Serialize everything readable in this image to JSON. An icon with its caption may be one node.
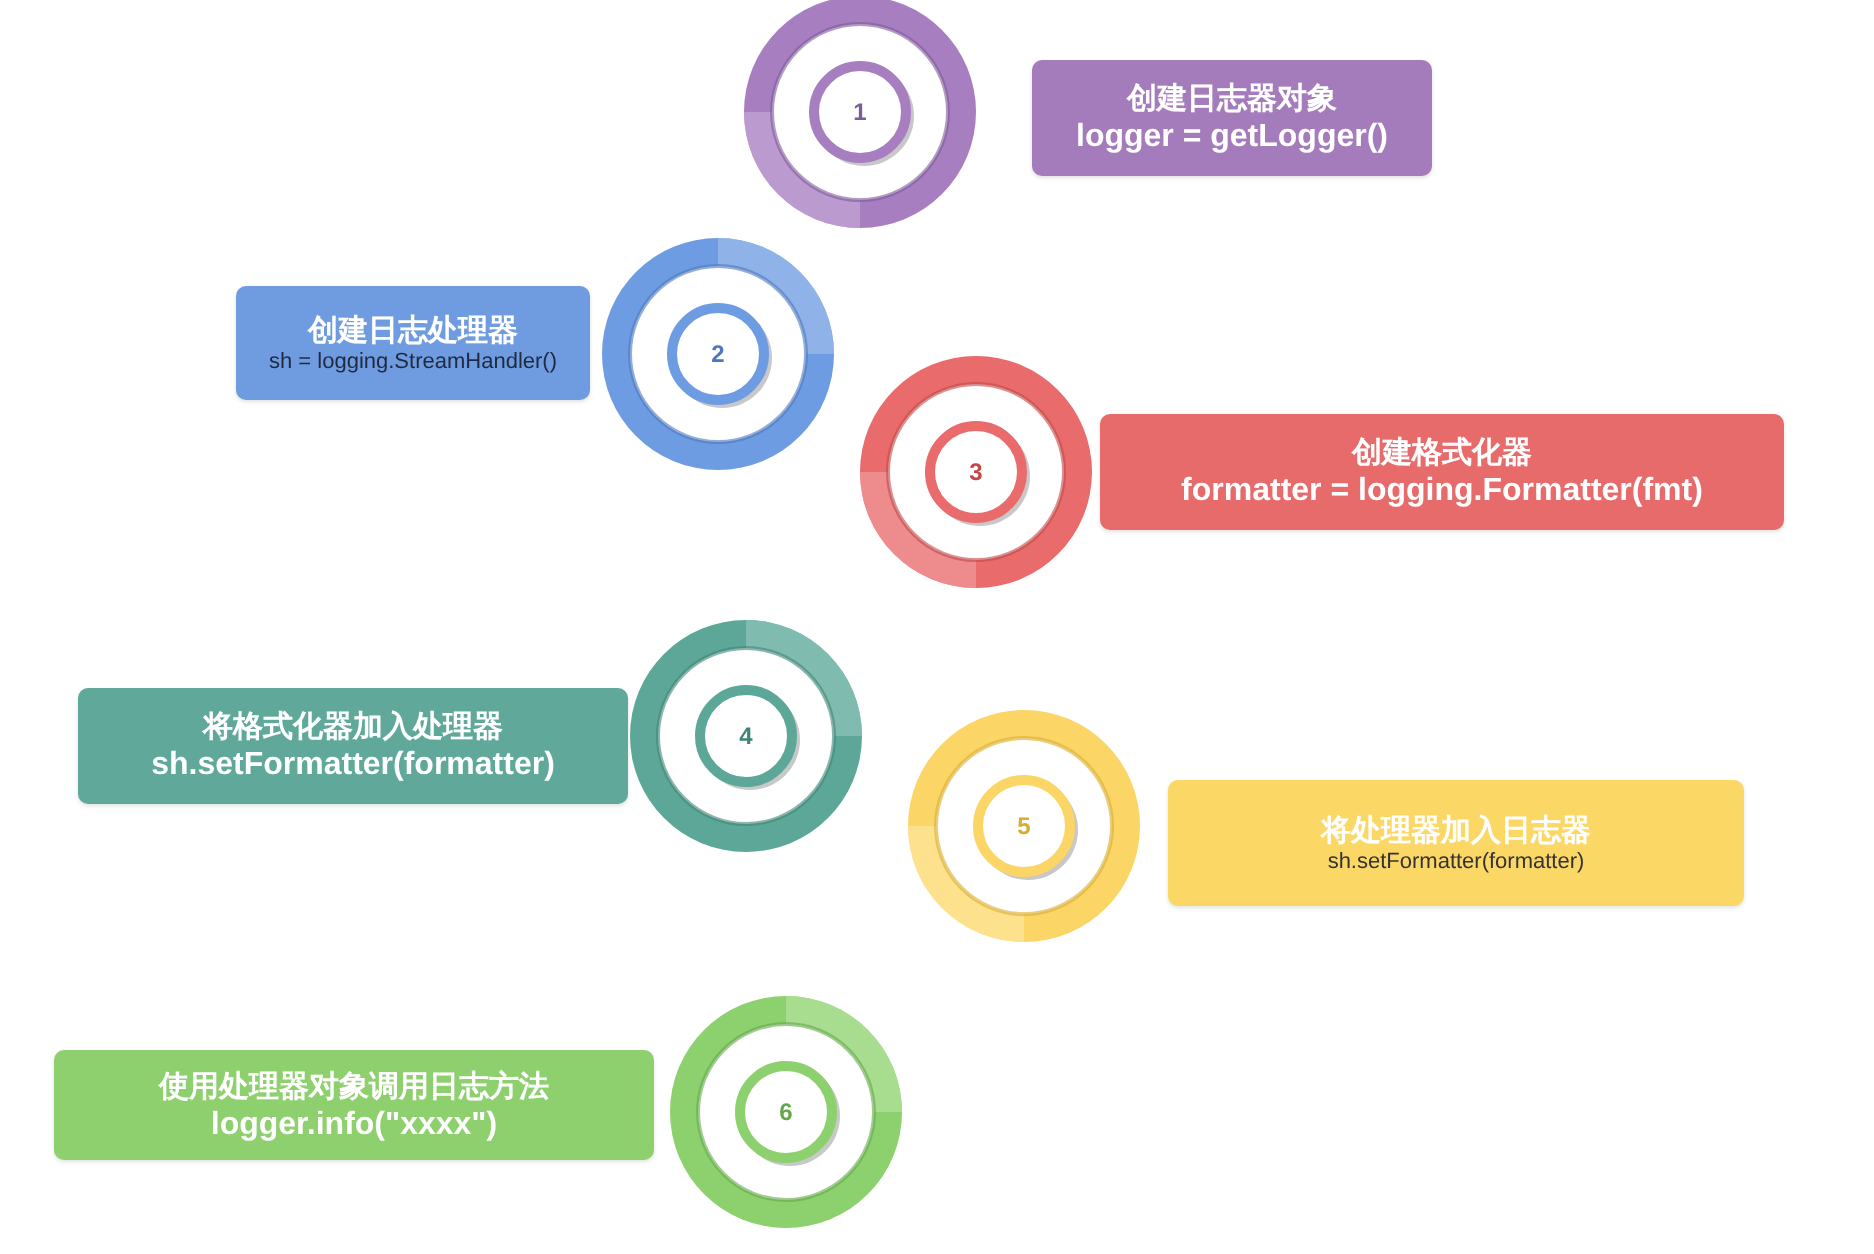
{
  "diagram": {
    "nodes": [
      {
        "text": [
          "1"
        ]
      },
      {
        "text": [
          "创建日志器对象",
          "logger = getLogger()"
        ]
      },
      {
        "text": [
          "创建日志处理器",
          "sh = logging.StreamHandler()"
        ]
      },
      {
        "text": [
          "2"
        ]
      },
      {
        "text": [
          "3"
        ]
      },
      {
        "text": [
          "创建格式化器",
          "formatter = logging.Formatter(fmt)"
        ]
      },
      {
        "text": [
          "将格式化器加入处理器",
          "sh.setFormatter(formatter)"
        ]
      },
      {
        "text": [
          "4"
        ]
      },
      {
        "text": [
          "5"
        ]
      },
      {
        "text": [
          "将处理器加入日志器",
          "sh.setFormatter(formatter)"
        ]
      },
      {
        "text": [
          "使用处理器对象调用日志方法",
          "logger.info(\"xxxx\")"
        ]
      },
      {
        "text": [
          "6"
        ]
      }
    ]
  }
}
